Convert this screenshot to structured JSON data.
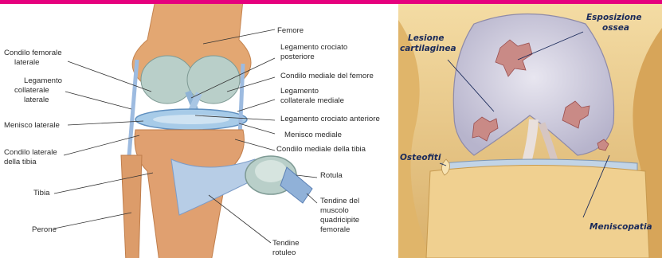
{
  "colors": {
    "accent_bar": "#e6007e"
  },
  "left_diagram": {
    "labels": {
      "femore": "Femore",
      "condilo_femorale_laterale": [
        "Condilo femorale",
        "laterale"
      ],
      "legamento_crociato_posteriore": [
        "Legamento crociato",
        "posteriore"
      ],
      "legamento_collaterale_laterale": [
        "Legamento",
        "collaterale",
        "laterale"
      ],
      "condilo_mediale_femore": "Condilo mediale del femore",
      "legamento_collaterale_mediale": [
        "Legamento",
        "collaterale mediale"
      ],
      "menisco_laterale": "Menisco laterale",
      "legamento_crociato_anteriore": "Legamento crociato anteriore",
      "menisco_mediale": "Menisco mediale",
      "condilo_laterale_tibia": [
        "Condilo laterale",
        "della tibia"
      ],
      "condilo_mediale_tibia": "Condilo mediale della tibia",
      "rotula": "Rotula",
      "tibia": "Tibia",
      "tendine_quadricipite": [
        "Tendine del",
        "muscolo",
        "quadricipite",
        "femorale"
      ],
      "perone": "Perone",
      "tendine_rotuleo": [
        "Tendine",
        "rotuleo"
      ]
    }
  },
  "right_diagram": {
    "labels": {
      "esposizione_ossea": [
        "Esposizione",
        "ossea"
      ],
      "lesione_cartilaginea": [
        "Lesione",
        "cartilaginea"
      ],
      "osteofiti": "Osteofiti",
      "meniscopatia": "Meniscopatia"
    }
  }
}
